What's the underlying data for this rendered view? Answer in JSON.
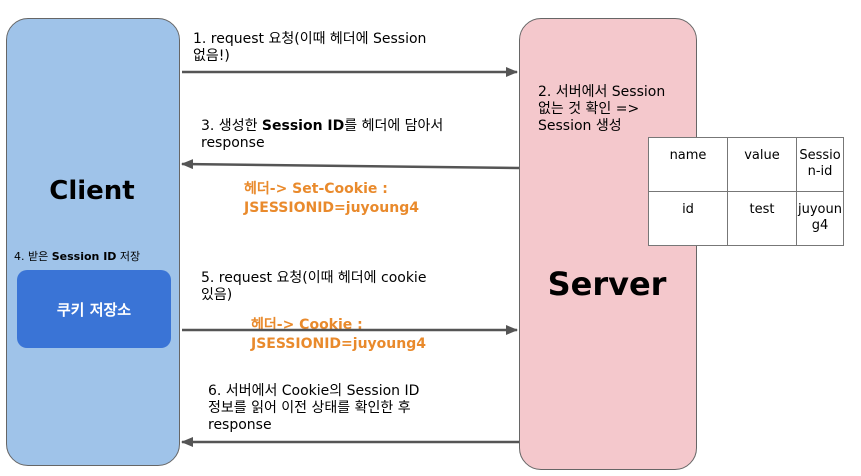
{
  "client": {
    "title": "Client",
    "step4_prefix": "4. 받은 ",
    "step4_bold": "Session ID",
    "step4_suffix": " 저장",
    "cookie_store": "쿠키 저장소"
  },
  "server": {
    "title": "Server",
    "step2": "2. 서버에서 Session\n없는 것 확인 =>\nSession 생성"
  },
  "steps": {
    "step1": "1. request 요청(이때 헤더에 Session\n없음!)",
    "step3_prefix": "3. 생성한 ",
    "step3_bold": "Session ID",
    "step3_suffix": "를 헤더에 담아서",
    "step3_line2": "response",
    "step3_header": "헤더-> Set-Cookie :\nJSESSIONID=juyoung4",
    "step5": "5. request 요청(이때 헤더에 cookie\n있음)",
    "step5_header": "헤더-> Cookie :\nJSESSIONID=juyoung4",
    "step6": "6.  서버에서 Cookie의 Session ID\n정보를 읽어 이전 상태를 확인한 후\nresponse"
  },
  "session_table": {
    "headers": [
      "name",
      "value",
      "Session-id"
    ],
    "row": [
      "id",
      "test",
      "juyoung4"
    ]
  },
  "colors": {
    "client": "#9fc3e9",
    "server": "#f4c8cc",
    "cookie_box": "#3a74d6",
    "header_text": "#e98a2c",
    "arrow": "#555555"
  }
}
